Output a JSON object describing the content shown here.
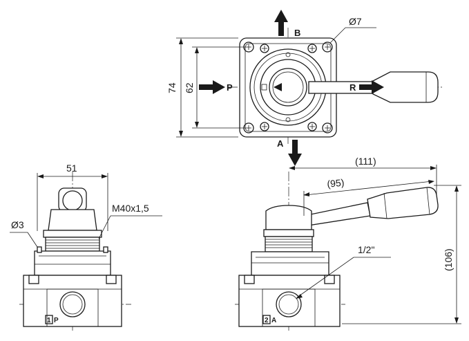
{
  "top_view": {
    "port_top": "B",
    "port_left": "P",
    "port_bottom": "A",
    "port_right": "R",
    "dim_outer_height": "74",
    "dim_inner_height": "62",
    "dim_hole": "Ø7"
  },
  "front_view": {
    "dim_width": "51",
    "dim_thread": "M40x1,5",
    "dim_pin": "Ø3",
    "port_badge_num": "1",
    "port_badge_letter": "P"
  },
  "side_view": {
    "dim_length_total": "(111)",
    "dim_length_lever": "(95)",
    "dim_height": "(106)",
    "dim_port": "1/2\"",
    "port_badge_num": "2",
    "port_badge_letter": "A"
  }
}
